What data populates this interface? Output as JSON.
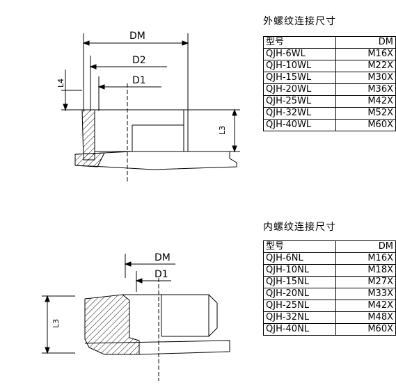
{
  "top_section": {
    "title": "外螺纹连接尺寸",
    "columns": [
      "型号",
      "DM"
    ],
    "rows": [
      {
        "model": "QJH-6WL",
        "dm": "M16X"
      },
      {
        "model": "QJH-10WL",
        "dm": "M22X"
      },
      {
        "model": "QJH-15WL",
        "dm": "M30X"
      },
      {
        "model": "QJH-20WL",
        "dm": "M36X"
      },
      {
        "model": "QJH-25WL",
        "dm": "M42X"
      },
      {
        "model": "QJH-32WL",
        "dm": "M52X"
      },
      {
        "model": "QJH-40WL",
        "dm": "M60X"
      }
    ],
    "drawing_labels": {
      "dm": "DM",
      "d2": "D2",
      "d1": "D1",
      "l4": "L4",
      "l3": "L3"
    }
  },
  "bottom_section": {
    "title": "内螺纹连接尺寸",
    "columns": [
      "型号",
      "DM"
    ],
    "rows": [
      {
        "model": "QJH-6NL",
        "dm": "M16X"
      },
      {
        "model": "QJH-10NL",
        "dm": "M18X"
      },
      {
        "model": "QJH-15NL",
        "dm": "M27X"
      },
      {
        "model": "QJH-20NL",
        "dm": "M33X"
      },
      {
        "model": "QJH-25NL",
        "dm": "M42X"
      },
      {
        "model": "QJH-32NL",
        "dm": "M48X"
      },
      {
        "model": "QJH-40NL",
        "dm": "M60X"
      }
    ],
    "drawing_labels": {
      "dm": "DM",
      "d1": "D1",
      "l3": "L3"
    }
  }
}
